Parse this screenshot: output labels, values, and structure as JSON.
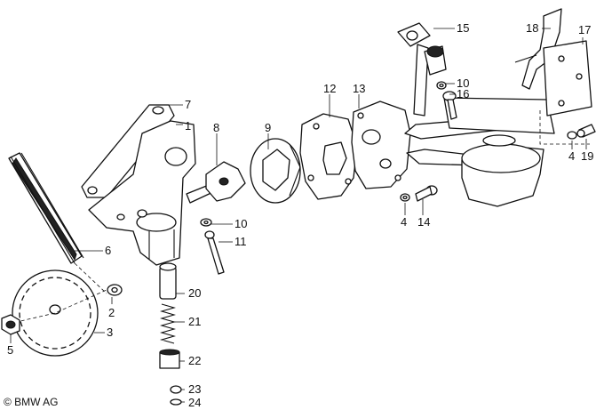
{
  "copyright": "© BMW AG",
  "callouts": {
    "c1": "1",
    "c2": "2",
    "c3": "3",
    "c4a": "4",
    "c4b": "4",
    "c5": "5",
    "c6": "6",
    "c7": "7",
    "c8": "8",
    "c9": "9",
    "c10a": "10",
    "c10b": "10",
    "c11": "11",
    "c12": "12",
    "c13": "13",
    "c14": "14",
    "c15": "15",
    "c16": "16",
    "c17": "17",
    "c18": "18",
    "c19": "19",
    "c20": "20",
    "c21": "21",
    "c22": "22",
    "c23": "23",
    "c24": "24"
  },
  "colors": {
    "ink": "#111111",
    "paper": "#ffffff"
  }
}
